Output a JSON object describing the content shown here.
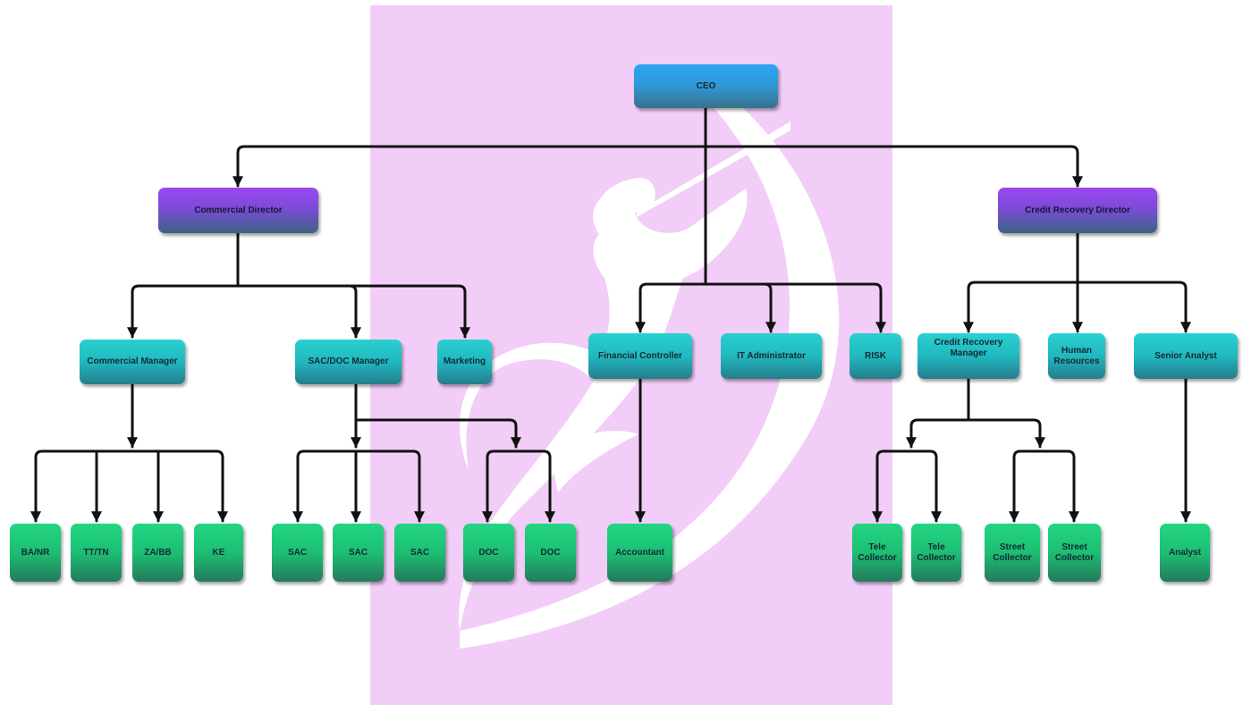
{
  "colors": {
    "background_panel": "#f2cdf7",
    "ceo_box": "#2ea6f2",
    "director_box": "#9b48f0",
    "manager_box": "#2ad0d0",
    "staff_box": "#23d683",
    "connector": "#111111"
  },
  "ceo": {
    "label": "CEO"
  },
  "directors": {
    "commercial": "Commercial Director",
    "credit_recovery": "Credit Recovery Director"
  },
  "managers": {
    "commercial_manager": "Commercial Manager",
    "sac_doc_manager": "SAC/DOC Manager",
    "marketing": "Marketing",
    "financial_controller": "Financial Controller",
    "it_administrator": "IT Administrator",
    "risk": "RISK",
    "credit_recovery_manager": "Credit Recovery Manager",
    "human_resources": "Human Resources",
    "senior_analyst": "Senior Analyst"
  },
  "staff": {
    "ba_nr": "BA/NR",
    "tt_tn": "TT/TN",
    "za_bb": "ZA/BB",
    "ke": "KE",
    "sac_1": "SAC",
    "sac_2": "SAC",
    "sac_3": "SAC",
    "doc_1": "DOC",
    "doc_2": "DOC",
    "accountant": "Accountant",
    "tele_collector_1": "Tele Collector",
    "tele_collector_2": "Tele Collector",
    "street_collector_1": "Street Collector",
    "street_collector_2": "Street Collector",
    "analyst": "Analyst"
  }
}
